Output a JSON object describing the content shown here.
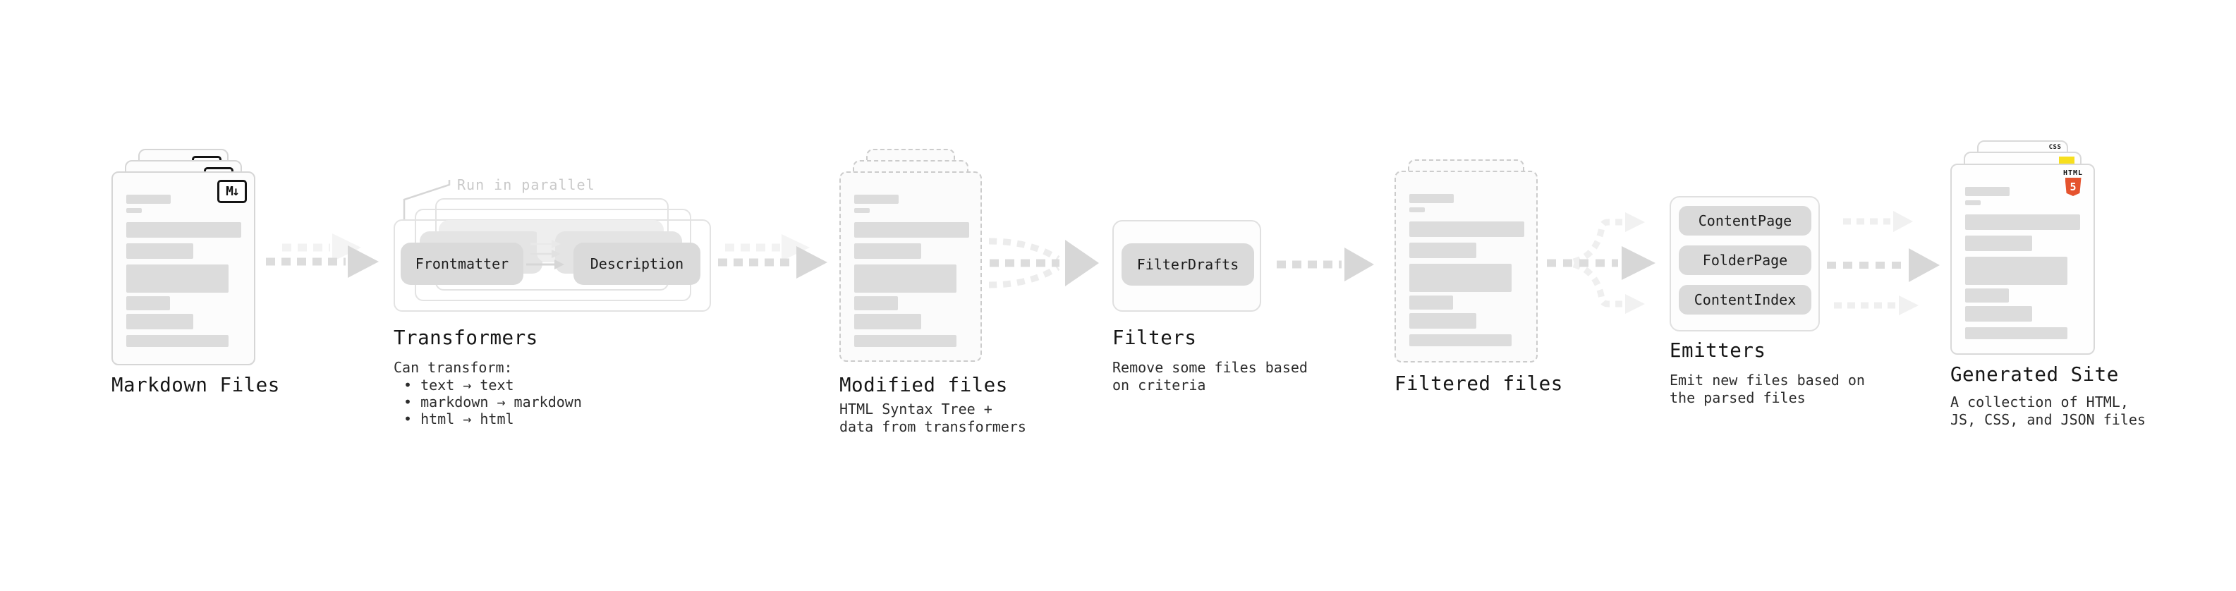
{
  "stages": {
    "markdown": {
      "label": "Markdown Files"
    },
    "transformers": {
      "label": "Transformers",
      "note": "Run in parallel",
      "desc_title": "Can transform:",
      "bullets": [
        "• text → text",
        "• markdown → markdown",
        "• html → html"
      ],
      "boxes": [
        "Frontmatter",
        "Description"
      ]
    },
    "modified": {
      "label": "Modified files",
      "desc": [
        "HTML Syntax Tree +",
        "data from transformers"
      ]
    },
    "filters": {
      "label": "Filters",
      "desc": [
        "Remove some files based",
        "on criteria"
      ],
      "boxes": [
        "FilterDrafts"
      ]
    },
    "filtered": {
      "label": "Filtered files"
    },
    "emitters": {
      "label": "Emitters",
      "desc": [
        "Emit new files based on",
        "the parsed files"
      ],
      "boxes": [
        "ContentPage",
        "FolderPage",
        "ContentIndex"
      ]
    },
    "generated": {
      "label": "Generated Site",
      "desc": [
        "A collection of HTML,",
        "JS, CSS, and JSON files"
      ]
    }
  },
  "icons": {
    "markdown_glyph": "M↓",
    "html5": {
      "label": "HTML",
      "glyph": "5"
    },
    "css": {
      "label": "CSS"
    }
  },
  "colors": {
    "html5_orange": "#e5532e",
    "js_yellow": "#f7df1e",
    "css_blue": "#2d6bf4"
  }
}
